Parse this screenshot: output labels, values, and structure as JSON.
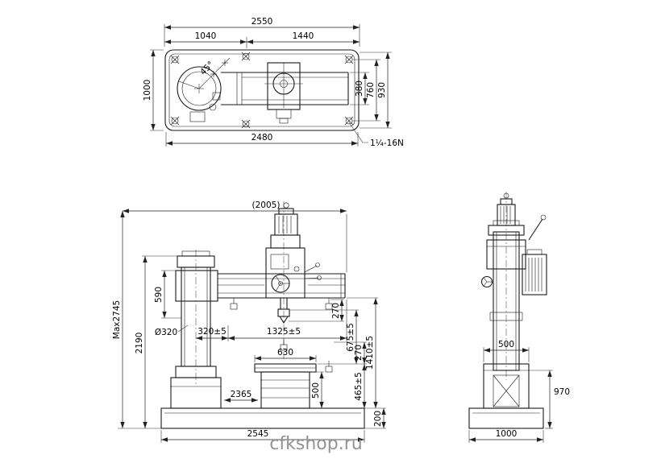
{
  "watermark": {
    "text": "cfkshop.ru"
  },
  "top_view": {
    "dims": {
      "overall_width": "2550",
      "left_span": "1040",
      "right_span": "1440",
      "swing_angle": "45°",
      "slot_width": "380",
      "inner_depth": "760",
      "body_depth": "930",
      "overall_depth": "1000",
      "hole_span": "2480",
      "anchor_thread": "1¼-16N"
    }
  },
  "front_view": {
    "dims": {
      "arm_span": "(2005)",
      "max_height": "Max2745",
      "column_height": "2190",
      "arm_travel": "590",
      "column_diameter": "Ø320",
      "min_radius": "320±5",
      "max_radius": "1325±5",
      "quill_travel": "270",
      "spindle_to_table": "675±5",
      "spindle_to_base": "1410±5",
      "table_length": "630",
      "table_height": "500",
      "table_note": "2365",
      "table_top_height": "465±5",
      "table_travel": "270",
      "base_height": "200",
      "base_length": "2545"
    }
  },
  "side_view": {
    "dims": {
      "pedestal_width": "500",
      "side_height": "970",
      "base_depth": "1000"
    }
  }
}
